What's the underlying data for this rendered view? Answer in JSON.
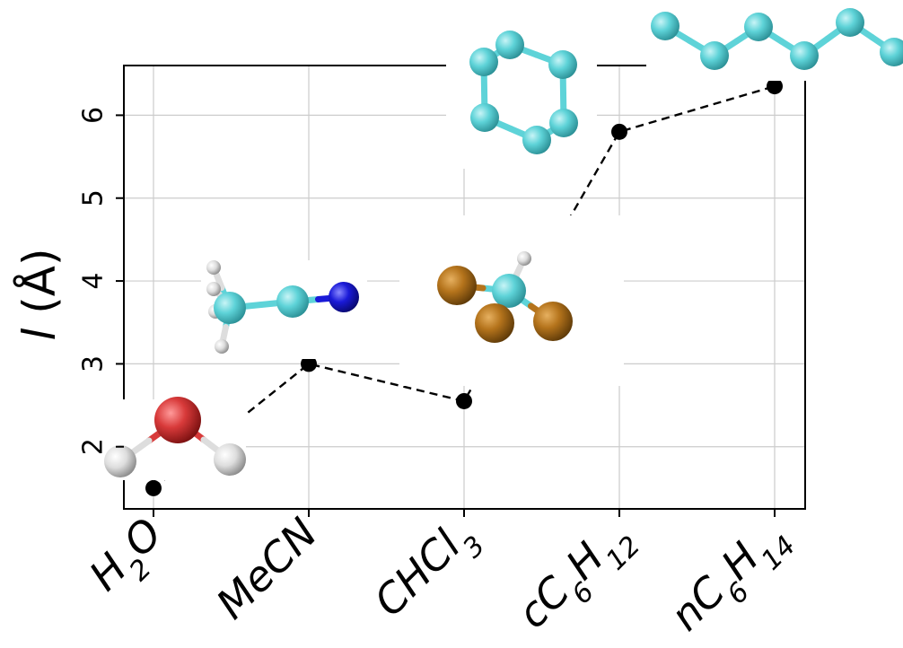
{
  "chart_data": {
    "type": "line",
    "ylabel": "l (Å)",
    "xlabel": "",
    "title": "",
    "categories": [
      {
        "base": "H",
        "sub": "2",
        "rest": "O"
      },
      {
        "base": "MeCN",
        "sub": "",
        "rest": ""
      },
      {
        "base": "CHCl",
        "sub": "3",
        "rest": ""
      },
      {
        "base": "cC",
        "sub": "6",
        "rest": "H",
        "sub2": "12"
      },
      {
        "base": "nC",
        "sub": "6",
        "rest": "H",
        "sub2": "14"
      }
    ],
    "series": [
      {
        "values": [
          1.5,
          3.0,
          2.55,
          5.8,
          6.35
        ],
        "color": "#000000",
        "line_style": "dashed"
      }
    ],
    "yticks": [
      2,
      3,
      4,
      5,
      6
    ],
    "ytick_labels": [
      "2",
      "3",
      "4",
      "5",
      "6"
    ],
    "ylim": [
      1.25,
      6.6
    ],
    "grid": true,
    "molecule_icons": [
      "water-molecule",
      "acetonitrile-molecule",
      "chloroform-molecule",
      "cyclohexane-molecule",
      "hexane-molecule"
    ],
    "colors": {
      "carbon": "#5ed3d8",
      "oxygen": "#d83a3a",
      "nitrogen": "#1a1ad8",
      "chlorine": "#b5741c",
      "hydrogen": "#dddddd",
      "grid": "#cccccc"
    }
  }
}
